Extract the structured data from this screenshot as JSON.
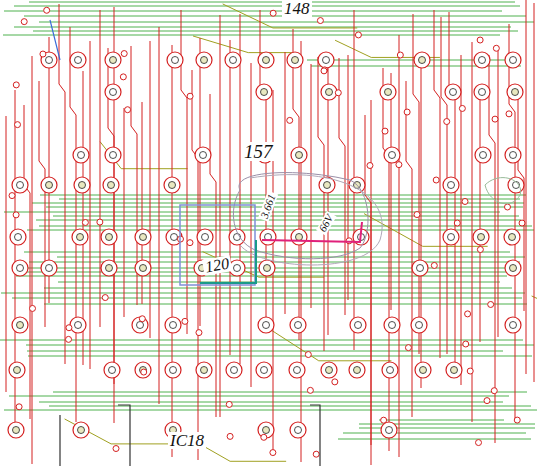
{
  "diagram": {
    "labels": [
      "148",
      "157",
      "3.661",
      "66V",
      "120",
      "IC18"
    ]
  }
}
